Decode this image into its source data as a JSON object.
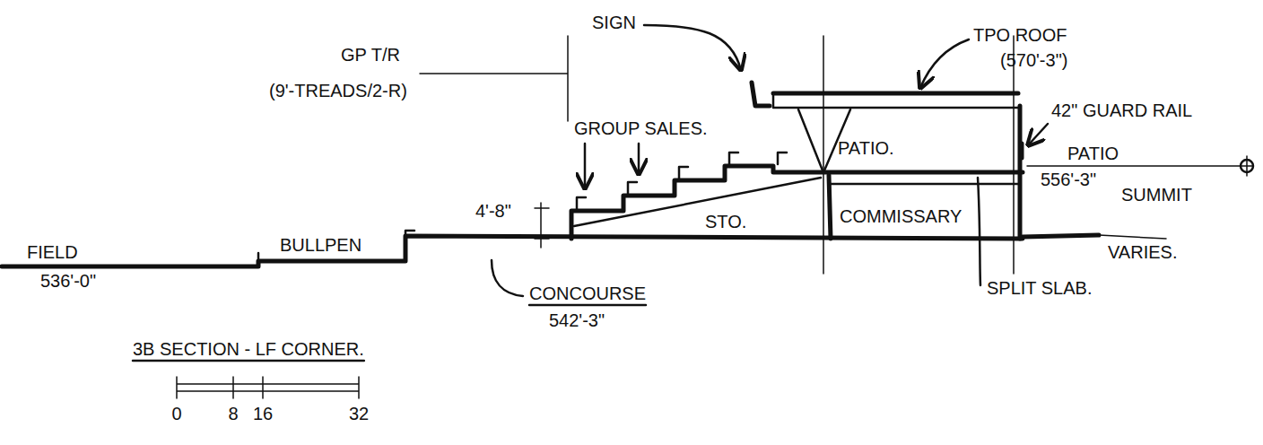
{
  "diagram": {
    "title": "3B SECTION - LF CORNER.",
    "nodes": [
      {
        "text": [
          "PATIO."
        ]
      },
      {
        "text": [
          "STO."
        ]
      },
      {
        "text": [
          "COMMISSARY"
        ]
      }
    ],
    "labels": [
      "SIGN",
      "TPO ROOF",
      "(570'-3\")",
      "GP T/R",
      "(9'-TREADS/2-R)",
      "GROUP SALES.",
      "42\" GUARD RAIL",
      "PATIO",
      "556'-3\"",
      "SUMMIT",
      "4'-8\"",
      "FIELD",
      "536'-0\"",
      "BULLPEN",
      "CONCOURSE",
      "542'-3\"",
      "VARIES.",
      "SPLIT SLAB.",
      "0",
      "8",
      "16",
      "32"
    ]
  }
}
